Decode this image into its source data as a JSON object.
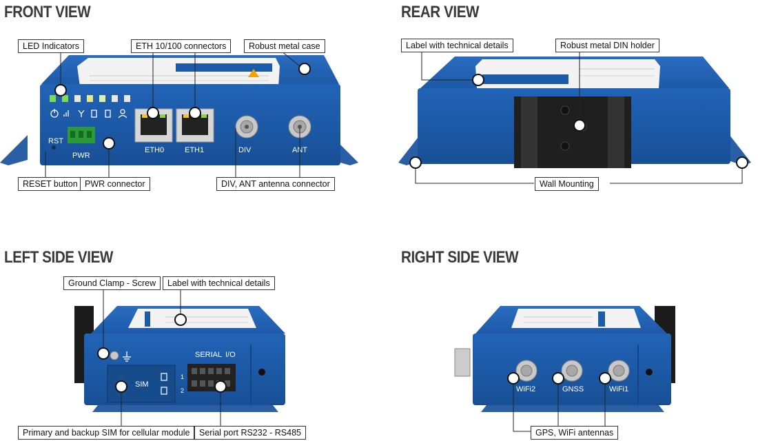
{
  "sections": {
    "front": "FRONT VIEW",
    "rear": "REAR VIEW",
    "left": "LEFT SIDE VIEW",
    "right": "RIGHT SIDE VIEW"
  },
  "callouts": {
    "led": "LED Indicators",
    "eth": "ETH 10/100 connectors",
    "case": "Robust metal case",
    "reset": "RESET button",
    "pwr": "PWR connector",
    "antenna": "DIV, ANT antenna connector",
    "rear_label": "Label with technical details",
    "din": "Robust metal DIN holder",
    "wall": "Wall Mounting",
    "ground": "Ground Clamp - Screw",
    "left_label": "Label with technical details",
    "sim": "Primary and backup SIM for cellular module",
    "serial": "Serial port RS232 - RS485",
    "gps": "GPS, WiFi antennas"
  },
  "device_text": {
    "rst": "RST",
    "pwr": "PWR",
    "eth0": "ETH0",
    "eth1": "ETH1",
    "div": "DIV",
    "ant": "ANT",
    "sim": "SIM",
    "serial": "SERIAL",
    "io": "I/O",
    "port1": "1",
    "port2": "2",
    "wifi2": "WiFi2",
    "gnss": "GNSS",
    "wifi1": "WiFi1"
  },
  "colors": {
    "device_blue": "#1f5fb0",
    "device_dark": "#17498a",
    "led_green": "#7ed957",
    "label_white": "#f4f4f4",
    "heading_gray": "#3a3a3a"
  }
}
